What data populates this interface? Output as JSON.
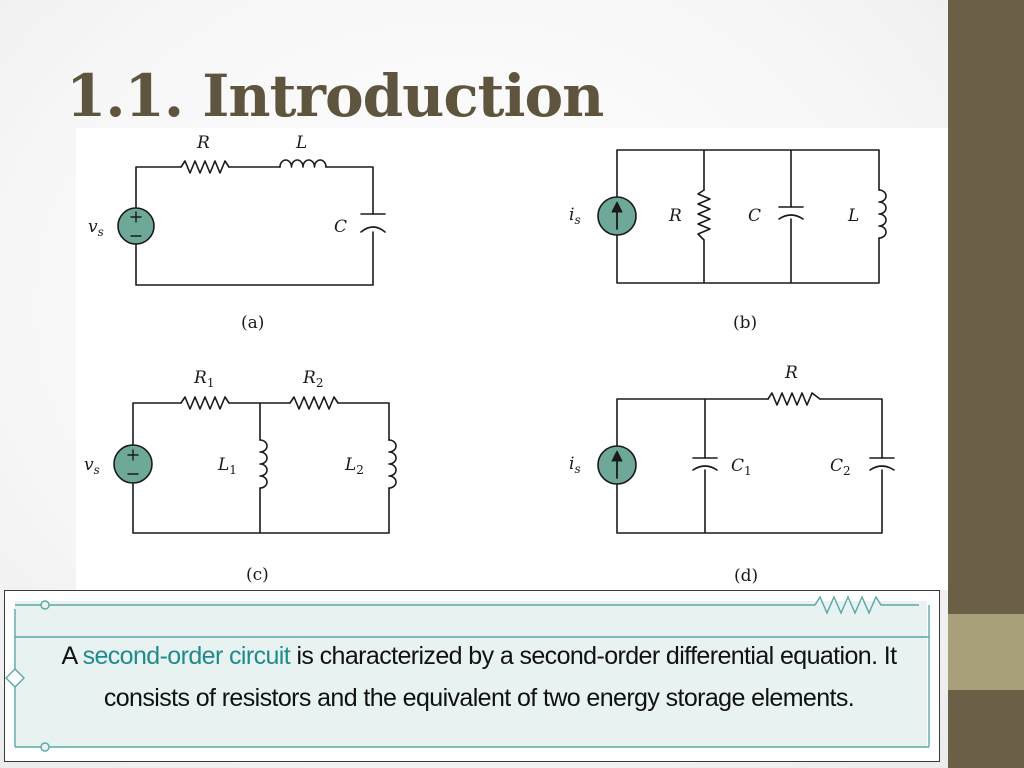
{
  "slide": {
    "title": "1.1. Introduction"
  },
  "colors": {
    "sidebar": "#6b6047",
    "sidebar_accent": "#a7a07b",
    "title": "#5f553f",
    "source_fill": "#6ea898",
    "term_highlight": "#1f8b8b"
  },
  "diagrams": {
    "a": {
      "caption": "(a)",
      "source": "v",
      "source_sub": "s",
      "R": "R",
      "L": "L",
      "C": "C"
    },
    "b": {
      "caption": "(b)",
      "source": "i",
      "source_sub": "s",
      "R": "R",
      "C": "C",
      "L": "L"
    },
    "c": {
      "caption": "(c)",
      "source": "v",
      "source_sub": "s",
      "R1": "R",
      "R1_sub": "1",
      "R2": "R",
      "R2_sub": "2",
      "L1": "L",
      "L1_sub": "1",
      "L2": "L",
      "L2_sub": "2"
    },
    "d": {
      "caption": "(d)",
      "source": "i",
      "source_sub": "s",
      "R": "R",
      "C1": "C",
      "C1_sub": "1",
      "C2": "C",
      "C2_sub": "2"
    }
  },
  "definition": {
    "prefix": "A ",
    "term": "second-order circuit",
    "rest_line1": " is characterized by a second-order differential equation. It",
    "line2": "consists of resistors and the equivalent of two energy storage elements."
  }
}
